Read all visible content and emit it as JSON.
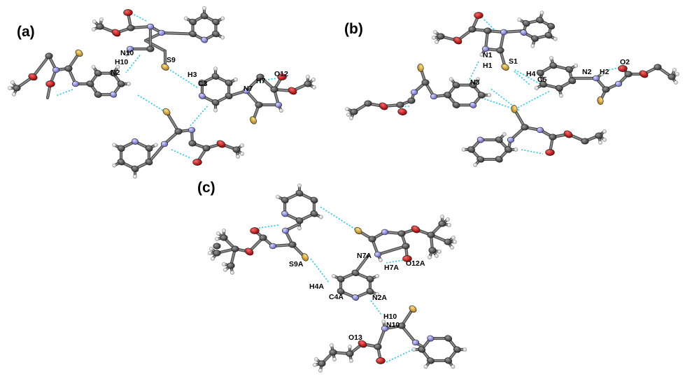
{
  "panels": [
    {
      "id": "a",
      "label": "(a)",
      "labels": [
        "N10",
        "H10",
        "S9",
        "N2",
        "H3",
        "C3",
        "H7",
        "N7",
        "O12"
      ]
    },
    {
      "id": "b",
      "label": "(b)",
      "labels": [
        "N1",
        "H1",
        "S1",
        "N3",
        "H4",
        "C5",
        "N2",
        "H2",
        "O2"
      ]
    },
    {
      "id": "c",
      "label": "(c)",
      "labels": [
        "N7A",
        "H7A",
        "O12A",
        "S9A",
        "H4A",
        "C4A",
        "N2A",
        "H10",
        "N10",
        "O13"
      ]
    }
  ],
  "colors": {
    "carbon": "#4a4a4a",
    "nitrogen": "#8f8fd8",
    "oxygen": "#cc1111",
    "sulfur": "#d4a52a",
    "hydrogen": "#f4f4f4",
    "hydrogen_bond": "#35c6e6"
  }
}
